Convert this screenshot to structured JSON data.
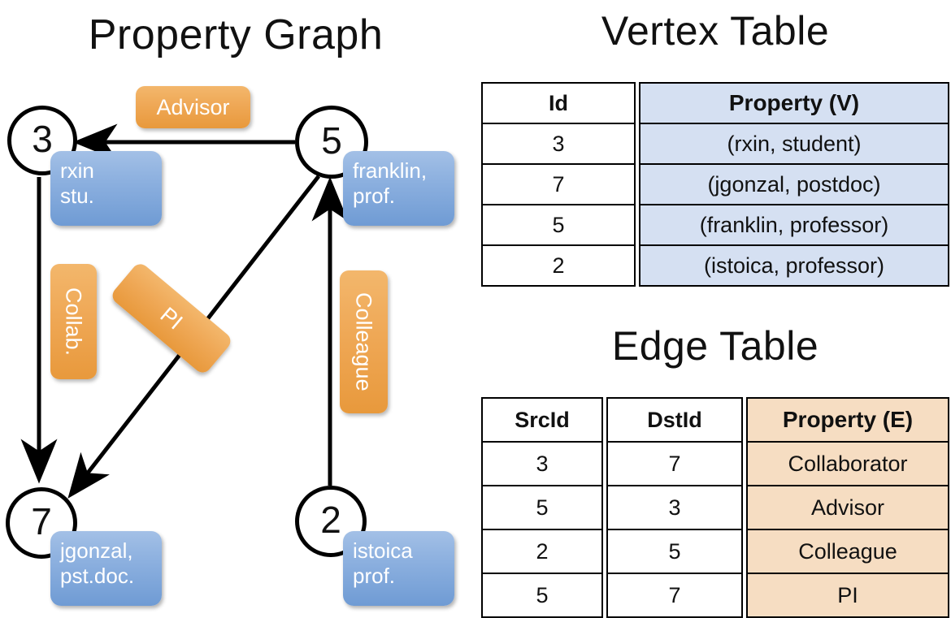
{
  "titles": {
    "property_graph": "Property Graph",
    "vertex_table": "Vertex Table",
    "edge_table": "Edge Table"
  },
  "graph": {
    "nodes": [
      {
        "id": "3",
        "property": "rxin\nstu."
      },
      {
        "id": "5",
        "property": "franklin,\nprof."
      },
      {
        "id": "7",
        "property": "jgonzal,\npst.doc."
      },
      {
        "id": "2",
        "property": "istoica\nprof."
      }
    ],
    "node_labels": {
      "n3": "3",
      "n5": "5",
      "n7": "7",
      "n2": "2"
    },
    "property_boxes": {
      "rxin_line1": "rxin",
      "rxin_line2": "stu.",
      "franklin_line1": "franklin,",
      "franklin_line2": "prof.",
      "jgonzal_line1": "jgonzal,",
      "jgonzal_line2": "pst.doc.",
      "istoica_line1": "istoica",
      "istoica_line2": "prof."
    },
    "edge_labels": {
      "advisor": "Advisor",
      "collab": "Collab.",
      "pi": "PI",
      "colleague": "Colleague"
    },
    "edges": [
      {
        "from": "5",
        "to": "3",
        "label": "Advisor"
      },
      {
        "from": "3",
        "to": "7",
        "label": "Collab."
      },
      {
        "from": "5",
        "to": "7",
        "label": "PI"
      },
      {
        "from": "2",
        "to": "5",
        "label": "Colleague"
      }
    ]
  },
  "vertex_table": {
    "headers": [
      "Id",
      "Property (V)"
    ],
    "rows": [
      {
        "id": "3",
        "property": "(rxin, student)"
      },
      {
        "id": "7",
        "property": "(jgonzal, postdoc)"
      },
      {
        "id": "5",
        "property": "(franklin, professor)"
      },
      {
        "id": "2",
        "property": "(istoica, professor)"
      }
    ]
  },
  "edge_table": {
    "headers": [
      "SrcId",
      "DstId",
      "Property (E)"
    ],
    "rows": [
      {
        "src": "3",
        "dst": "7",
        "property": "Collaborator"
      },
      {
        "src": "5",
        "dst": "3",
        "property": "Advisor"
      },
      {
        "src": "2",
        "dst": "5",
        "property": "Colleague"
      },
      {
        "src": "5",
        "dst": "7",
        "property": "PI"
      }
    ]
  },
  "colors": {
    "vertex_property_fill": "#d5e0f2",
    "edge_property_fill": "#f6ddc2",
    "node_box_blue": "#8fb2e0",
    "edge_label_orange": "#efa856",
    "stroke": "#000000",
    "background": "#ffffff"
  }
}
